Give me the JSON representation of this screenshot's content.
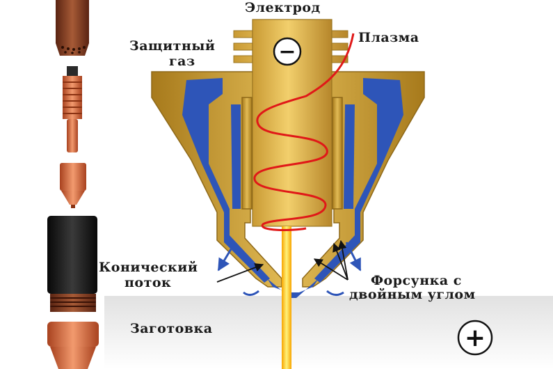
{
  "labels": {
    "electrode": "Электрод",
    "shield_gas_line1": "Защитный",
    "shield_gas_line2": "газ",
    "plasma": "Плазма",
    "conical_flow_line1": "Конический",
    "conical_flow_line2": "поток",
    "nozzle_line1": "Форсунка с",
    "nozzle_line2": "двойным углом",
    "workpiece": "Заготовка"
  },
  "symbols": {
    "electrode_polarity": "−",
    "workpiece_polarity": "+"
  },
  "colors": {
    "nozzle_body": "#c6992c",
    "gas_channel": "#2e55b8",
    "plasma_coil": "#e01818",
    "plasma_jet": "#f5c416",
    "consumable_cap": "#7a3a1e",
    "copper": "#d86a3c",
    "shield_cup": "#1c1c1c"
  }
}
